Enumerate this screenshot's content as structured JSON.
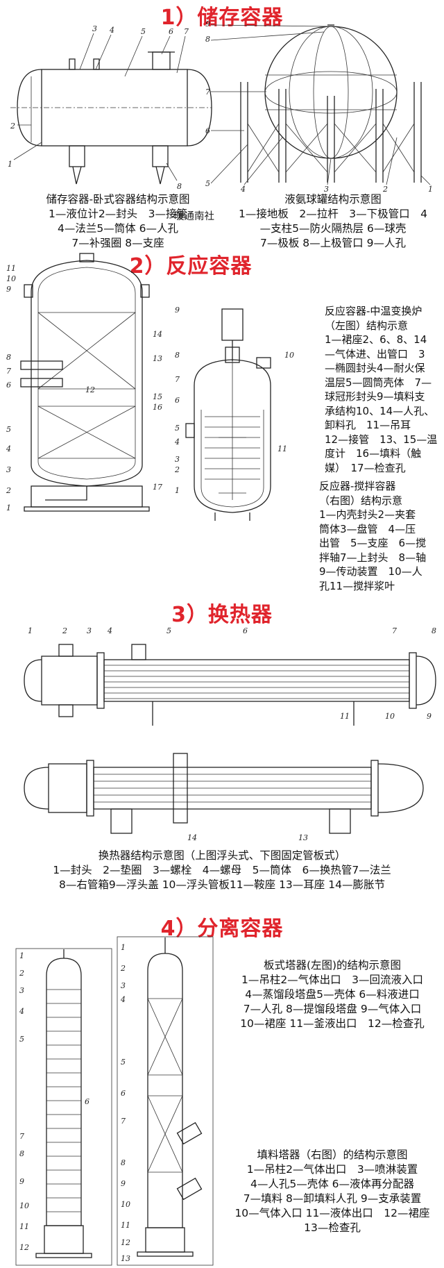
{
  "sections": [
    {
      "title": "1）储存容器"
    },
    {
      "title": "2）反应容器"
    },
    {
      "title": "3）换热器"
    },
    {
      "title": "4）分离容器"
    }
  ],
  "storage": {
    "left_caption": [
      "储存容器-卧式容器结构示意图",
      "1—液位计2—封头　3—接管",
      "4—法兰5—筒体 6—人孔",
      "7—补强圈 8—支座"
    ],
    "right_caption": [
      "液氨球罐结构示意图",
      "1—接地板　2—拉杆　3—下极管口　4",
      "—支柱5—防火隔热层 6—球壳",
      "7—极板 8—上极管口 9—人孔"
    ],
    "watermark": "暖通南社",
    "left_callouts": [
      "1",
      "2",
      "3",
      "4",
      "5",
      "6",
      "7",
      "8"
    ],
    "right_callouts": [
      "1",
      "2",
      "3",
      "4",
      "5",
      "6",
      "7",
      "8",
      "9"
    ]
  },
  "reactor": {
    "right_caption_1": [
      "反应容器-中温变换炉",
      "（左图）结构示意",
      "1—裙座2、6、8、14",
      "—气体进、出管口　3",
      "—椭圆封头4—耐火保",
      "温层5—圆筒壳体　7—",
      "球冠形封头9—填料支",
      "承结构10、14—人孔、",
      "卸料孔　11—吊耳",
      "12—接管　13、15—温",
      "度计　16—填料（触",
      "媒）　17—检查孔"
    ],
    "right_caption_2": [
      "反应器-搅拌容器",
      "（右图）结构示意",
      "1—内壳封头2—夹套",
      "筒体3—盘管　4—压",
      "出管　5—支座　6—搅",
      "拌轴7—上封头　8—轴",
      "9—传动装置　10—人",
      "孔11—搅拌浆叶"
    ],
    "left_callouts": [
      "1",
      "2",
      "3",
      "4",
      "5",
      "6",
      "7",
      "8",
      "9",
      "10",
      "11",
      "12",
      "13",
      "14",
      "15",
      "16",
      "17"
    ],
    "right_callouts": [
      "1",
      "2",
      "3",
      "4",
      "5",
      "6",
      "7",
      "8",
      "9",
      "10",
      "11"
    ]
  },
  "exchanger": {
    "caption": [
      "换热器结构示意图（上图浮头式、下图固定管板式）",
      "1—封头　2—垫圈　3—螺栓　4—螺母　5—筒体　6—换热管7—法兰",
      "8—右管箱9—浮头盖 10—浮头管板11—鞍座 13—耳座 14—膨胀节"
    ],
    "callouts": [
      "1",
      "2",
      "3",
      "4",
      "5",
      "6",
      "7",
      "8",
      "9",
      "10",
      "11",
      "13",
      "14"
    ]
  },
  "separator": {
    "caption_1": [
      "板式塔器(左图)的结构示意图",
      "1—吊柱2—气体出口　3—回流液入口",
      "4—蒸馏段塔盘5—壳体 6—料液进口",
      "7—人孔 8—提馏段塔盘 9—气体入口",
      "10—裙座 11—釜液出口　12—检查孔"
    ],
    "caption_2": [
      "填料塔器（右图）的结构示意图",
      "1—吊柱2—气体出口　3—喷淋装置",
      "4—人孔5—壳体 6—液体再分配器",
      "7—填料 8—卸填料人孔 9—支承装置",
      "10—气体入口 11—液体出口　12—裙座",
      "13—检查孔"
    ],
    "left_callouts": [
      "1",
      "2",
      "3",
      "4",
      "5",
      "6",
      "7",
      "8",
      "9",
      "10",
      "11",
      "12"
    ],
    "right_callouts": [
      "1",
      "2",
      "3",
      "4",
      "5",
      "6",
      "7",
      "8",
      "9",
      "10",
      "11",
      "12",
      "13"
    ]
  }
}
